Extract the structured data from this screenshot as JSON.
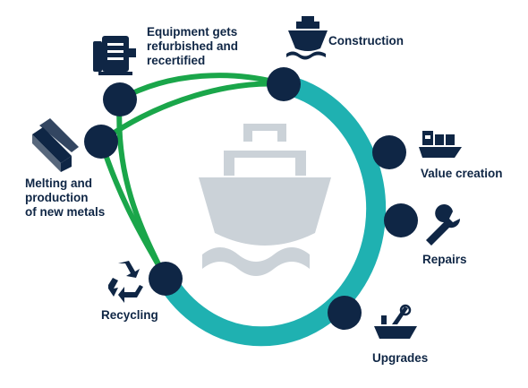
{
  "colors": {
    "navy": "#0f2645",
    "teal": "#1fb1b1",
    "green": "#1aa64a",
    "ship_gray": "#cbd2d8",
    "background": "#ffffff"
  },
  "labels": {
    "equipment": "Equipment gets\nrefurbished and\nrecertified",
    "construction": "Construction",
    "value_creation": "Value creation",
    "repairs": "Repairs",
    "upgrades": "Upgrades",
    "recycling": "Recycling",
    "melting": "Melting and\nproduction\nof new metals"
  },
  "icons": {
    "equipment": "motor-icon",
    "construction": "ship-icon",
    "value_creation": "cargo-ship-icon",
    "repairs": "wrench-icon",
    "upgrades": "crane-ship-icon",
    "recycling": "recycle-icon",
    "melting": "metal-bars-icon",
    "center": "large-ship-icon"
  }
}
